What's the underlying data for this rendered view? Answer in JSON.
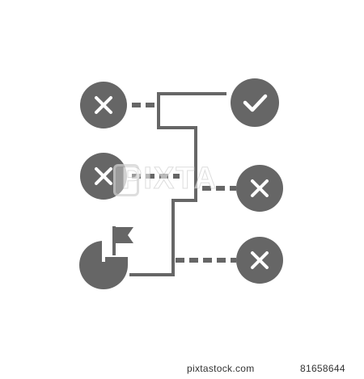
{
  "icon": {
    "name": "decision-flow-chart-icon",
    "color": "#666666",
    "line_color": "#666666",
    "background": "#ffffff"
  },
  "nodes": [
    {
      "id": "left-top",
      "symbol": "cross-icon"
    },
    {
      "id": "left-middle",
      "symbol": "cross-icon"
    },
    {
      "id": "left-bottom",
      "symbol": "flag-icon"
    },
    {
      "id": "right-top",
      "symbol": "check-icon"
    },
    {
      "id": "right-middle",
      "symbol": "cross-icon"
    },
    {
      "id": "right-bottom",
      "symbol": "cross-icon"
    }
  ],
  "watermark": {
    "text": "PIXTA"
  },
  "footer": {
    "source": "pixtastock.com",
    "image_id": "81658644"
  }
}
